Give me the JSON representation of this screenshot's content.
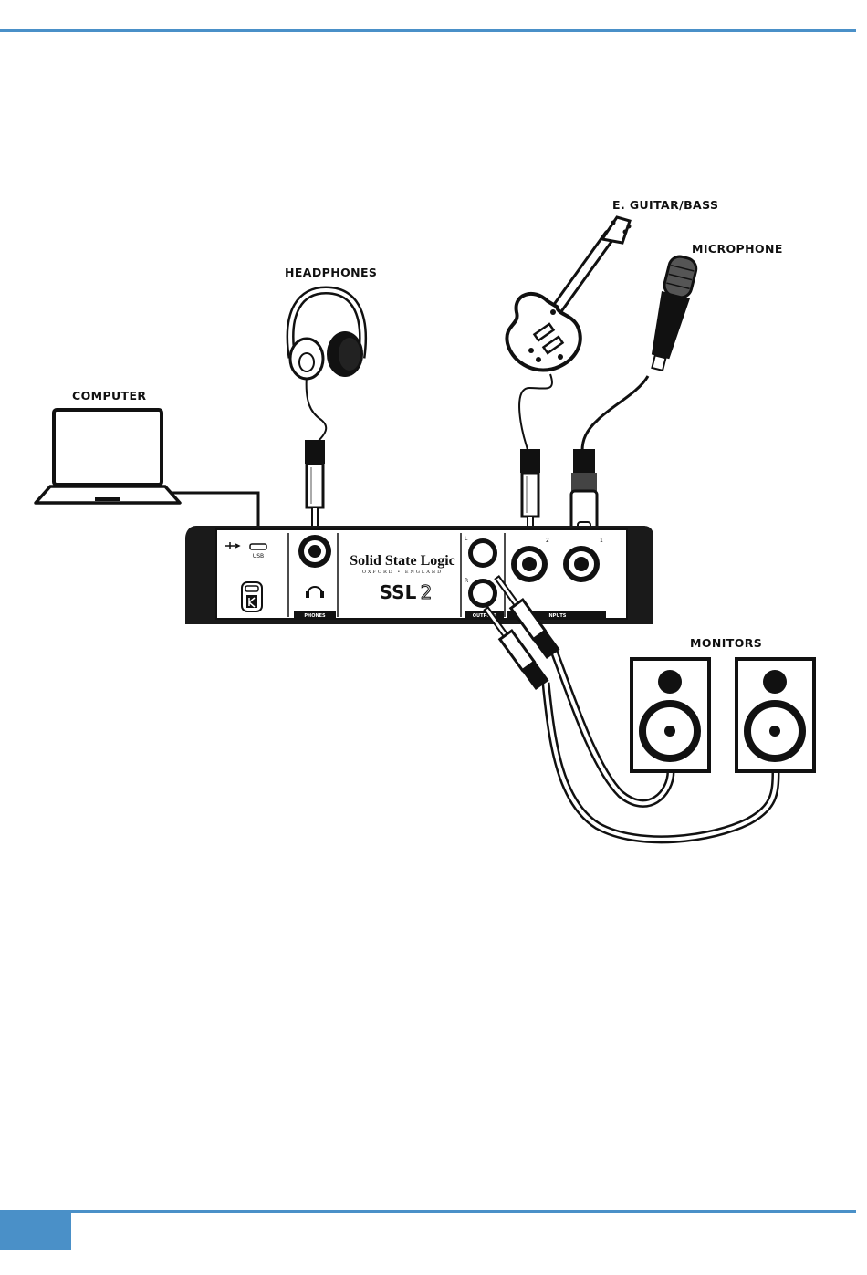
{
  "labels": {
    "computer": "COMPUTER",
    "headphones": "HEADPHONES",
    "guitar": "E. GUITAR/BASS",
    "microphone": "MICROPHONE",
    "monitors": "MONITORS"
  },
  "device": {
    "brand": "Solid State Logic",
    "brand_sub": "OXFORD • ENGLAND",
    "model": "SSL",
    "model_num": "2",
    "usb_label": "USB",
    "phones_label": "PHONES",
    "outputs_label": "OUTPUTS",
    "inputs_label": "INPUTS",
    "output_l": "L",
    "output_r": "R",
    "input_2": "2",
    "input_1": "1"
  },
  "colors": {
    "accent": "#4a90c8",
    "line": "#111111",
    "device_body": "#1a1a1a",
    "panel": "#ffffff"
  }
}
